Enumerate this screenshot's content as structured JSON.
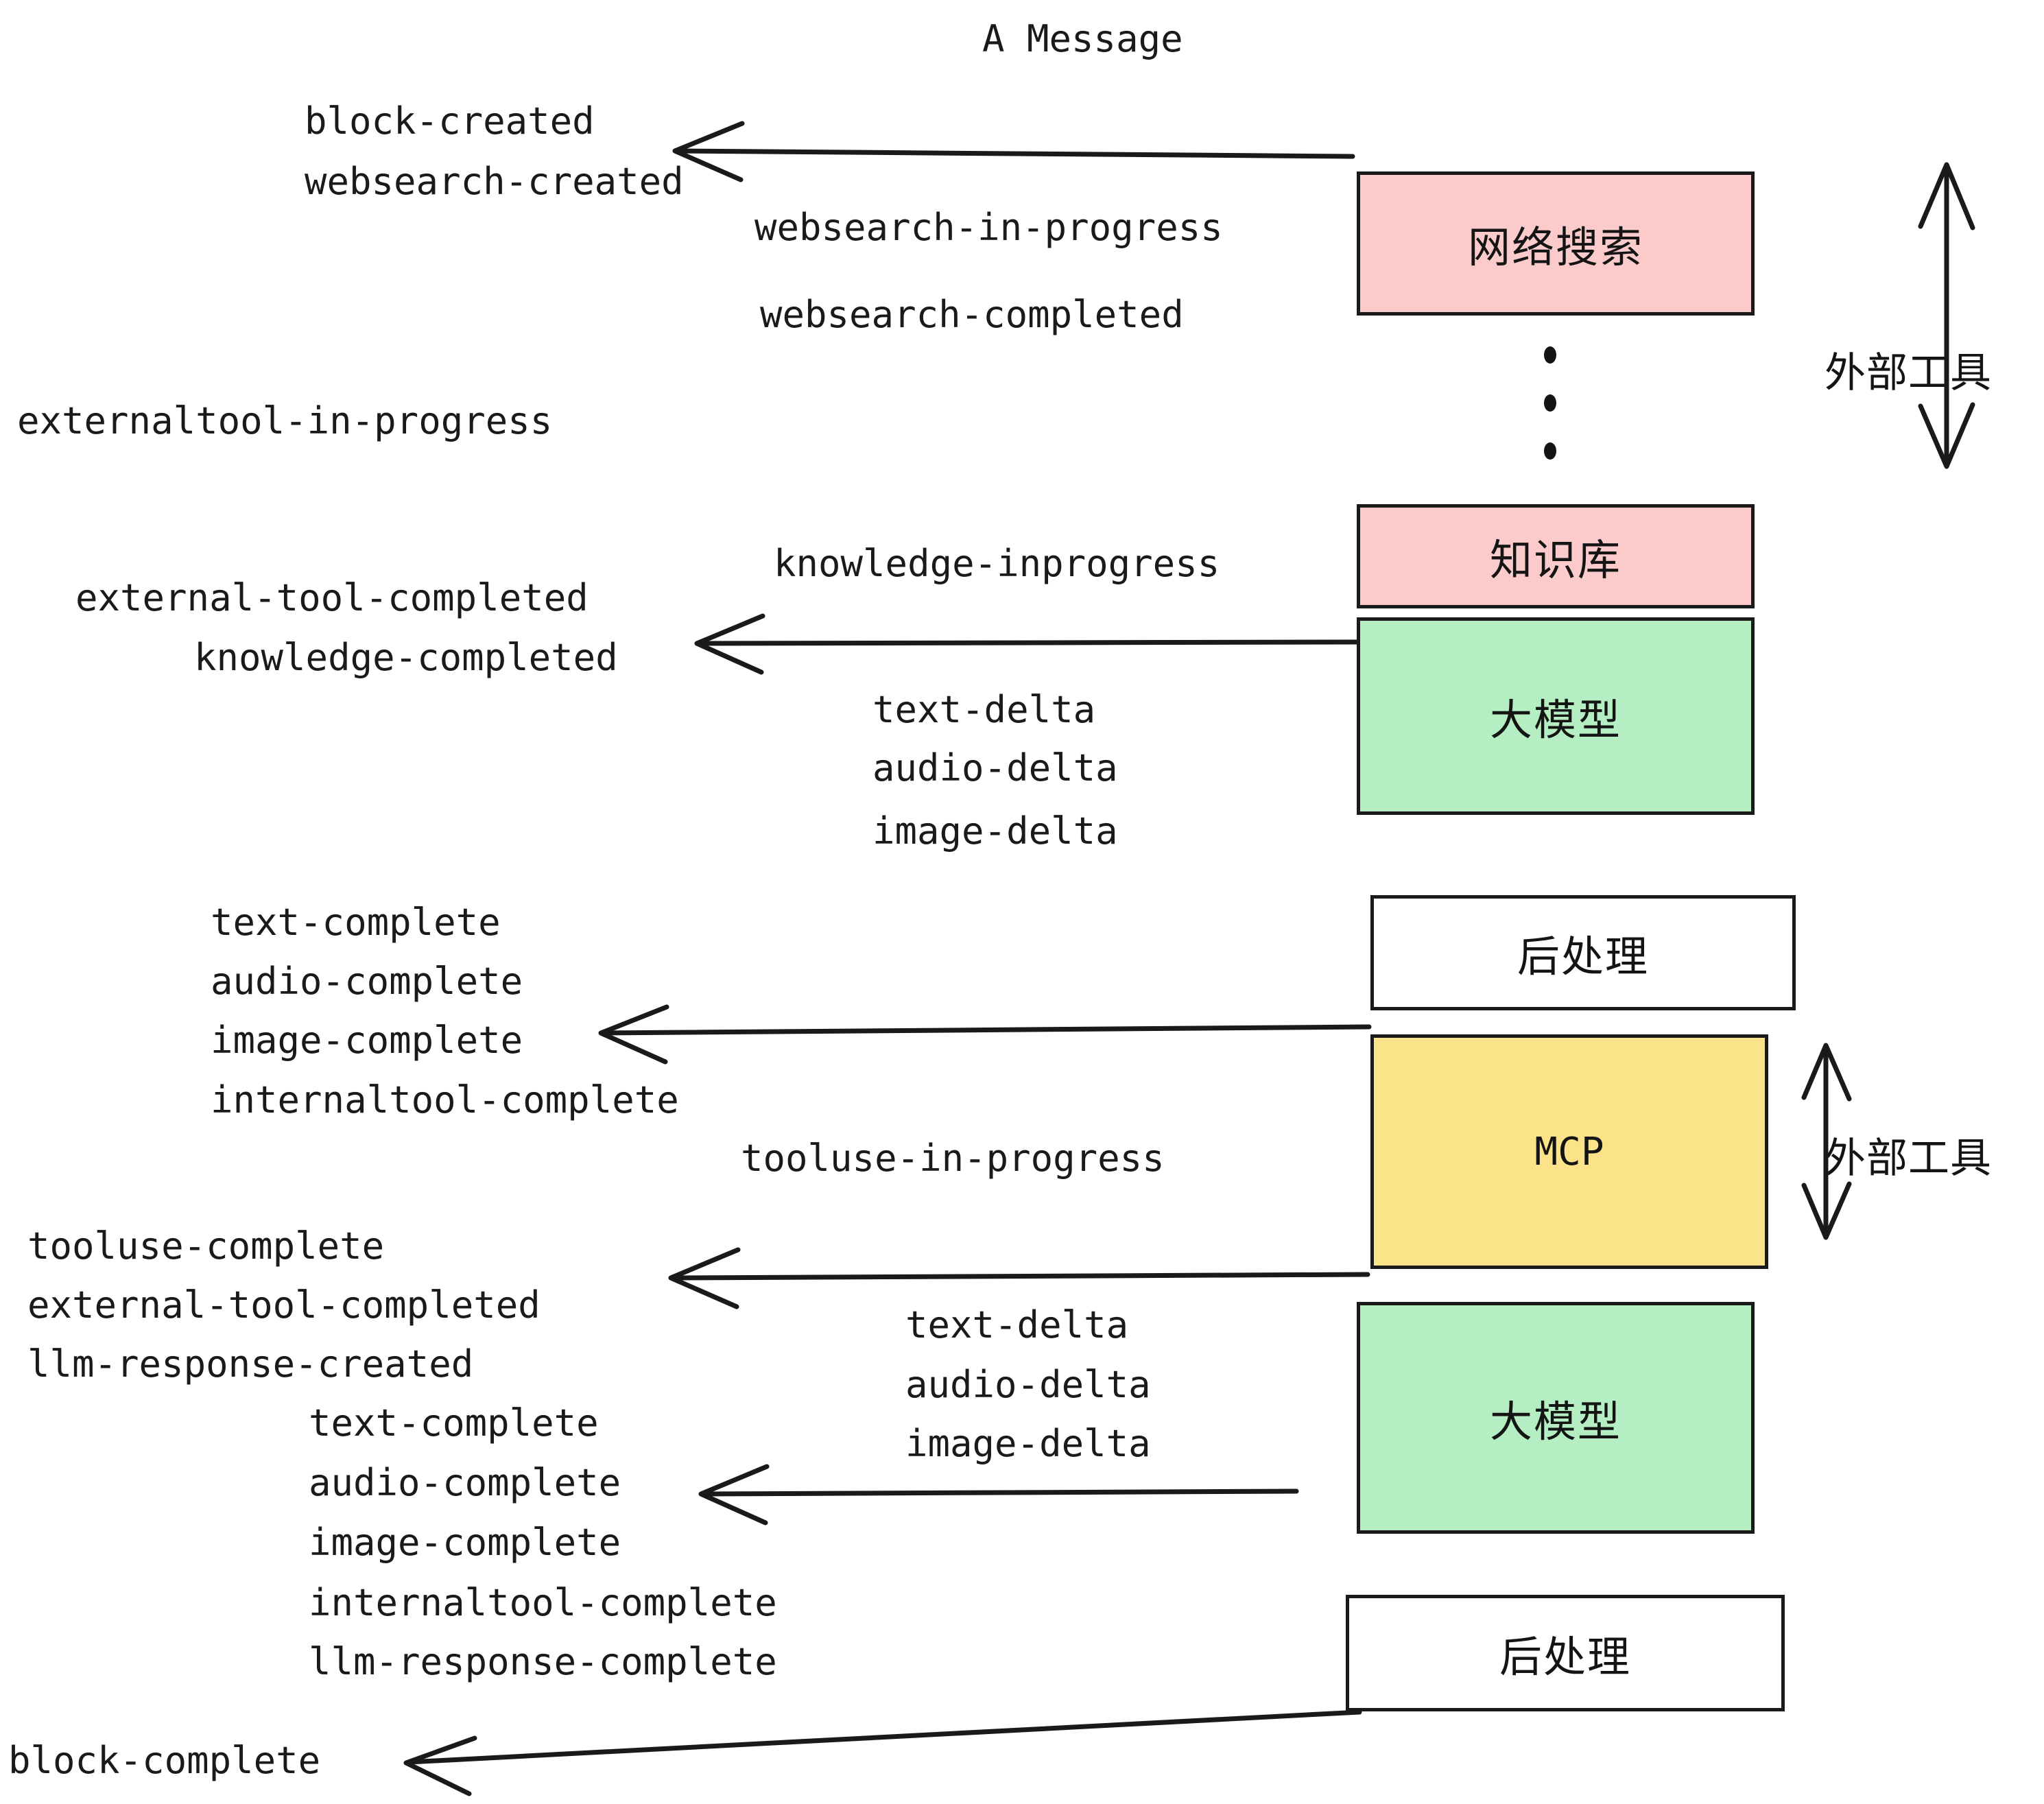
{
  "title": "A Message",
  "colors": {
    "pink": "#fbcbcb",
    "green": "#b5eec2",
    "yellow": "#fbe389",
    "white": "#ffffff",
    "stroke": "#1a1a1a",
    "text": "#141414",
    "background": "#ffffff"
  },
  "boxes": [
    {
      "label": "网络搜索",
      "color": "pink"
    },
    {
      "label": "知识库",
      "color": "pink"
    },
    {
      "label": "大模型",
      "color": "green"
    },
    {
      "label": "后处理",
      "color": "white"
    },
    {
      "label": "MCP",
      "color": "yellow"
    },
    {
      "label": "大模型",
      "color": "green"
    },
    {
      "label": "后处理",
      "color": "white"
    }
  ],
  "side_labels": [
    {
      "text": "外部工具"
    },
    {
      "text": "外部工具"
    }
  ],
  "events": [
    {
      "text": "block-created"
    },
    {
      "text": "websearch-created"
    },
    {
      "text": "websearch-in-progress"
    },
    {
      "text": "websearch-completed"
    },
    {
      "text": "externaltool-in-progress"
    },
    {
      "text": "knowledge-inprogress"
    },
    {
      "text": "external-tool-completed"
    },
    {
      "text": "knowledge-completed"
    },
    {
      "text": "text-delta"
    },
    {
      "text": "audio-delta"
    },
    {
      "text": "image-delta"
    },
    {
      "text": "text-complete"
    },
    {
      "text": "audio-complete"
    },
    {
      "text": "image-complete"
    },
    {
      "text": "internaltool-complete"
    },
    {
      "text": "tooluse-in-progress"
    },
    {
      "text": "tooluse-complete"
    },
    {
      "text": "external-tool-completed"
    },
    {
      "text": "llm-response-created"
    },
    {
      "text": "text-delta"
    },
    {
      "text": "audio-delta"
    },
    {
      "text": "image-delta"
    },
    {
      "text": "text-complete"
    },
    {
      "text": "audio-complete"
    },
    {
      "text": "image-complete"
    },
    {
      "text": "internaltool-complete"
    },
    {
      "text": "llm-response-complete"
    },
    {
      "text": "block-complete"
    }
  ]
}
